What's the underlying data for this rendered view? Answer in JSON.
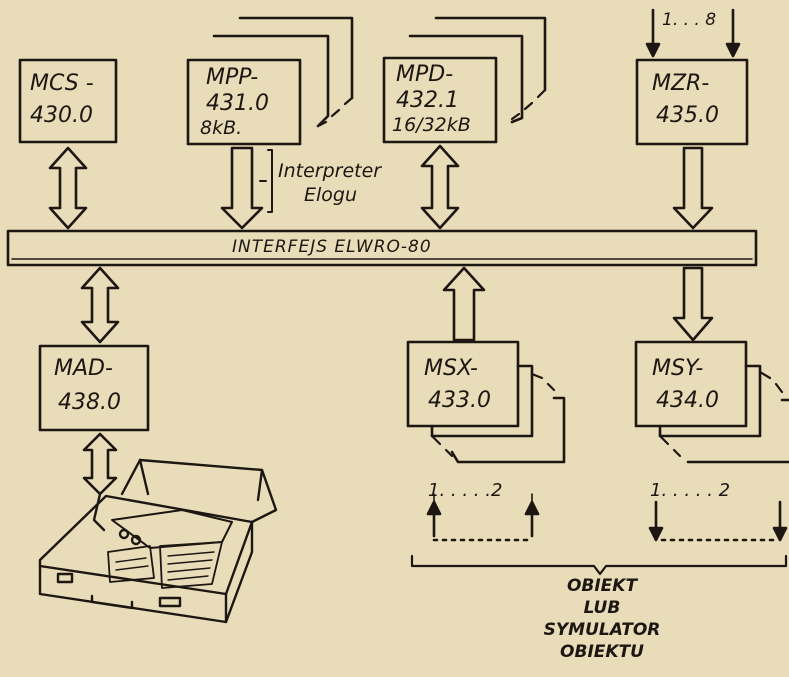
{
  "modules": {
    "mcs": {
      "line1": "MCS -",
      "line2": "430.0"
    },
    "mpp": {
      "line1": "MPP-",
      "line2": "431.0",
      "line3": "8kB."
    },
    "mpd": {
      "line1": "MPD-",
      "line2": "432.1",
      "line3": "16/32kB"
    },
    "mzr": {
      "line1": "MZR-",
      "line2": "435.0",
      "inputs": "1. . . 8"
    },
    "mad": {
      "line1": "MAD-",
      "line2": "438.0"
    },
    "msx": {
      "line1": "MSX-",
      "line2": "433.0",
      "range": "1. . . . .2"
    },
    "msy": {
      "line1": "MSY-",
      "line2": "434.0",
      "range": "1. . . . . 2"
    }
  },
  "interpreter": {
    "line1": "Interpreter",
    "line2": "Elogu"
  },
  "bus": {
    "label": "INTERFEJS  ELWRO-80"
  },
  "object": {
    "line1": "OBIEKT",
    "line2": "LUB",
    "line3": "SYMULATOR",
    "line4": "OBIEKTU"
  }
}
